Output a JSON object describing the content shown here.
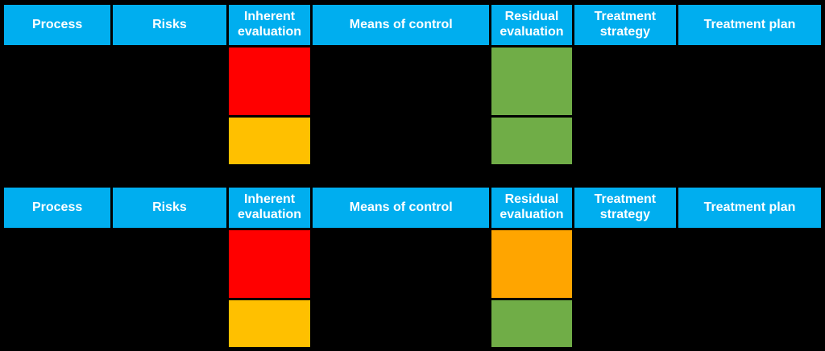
{
  "palette": {
    "page_bg": "#000000",
    "header_bg": "#00AEEF",
    "header_text": "#FFFFFF",
    "cell_border": "#000000",
    "red": "#FF0000",
    "gold": "#FFC000",
    "orange": "#FFA500",
    "green": "#70AD47"
  },
  "columns": [
    "Process",
    "Risks",
    "Inherent evaluation",
    "Means of control",
    "Residual evaluation",
    "Treatment strategy",
    "Treatment plan"
  ],
  "tables": [
    {
      "rows": [
        {
          "inherent": "#FF0000",
          "residual": "#70AD47"
        },
        {
          "inherent": "#FFC000",
          "residual": "#70AD47"
        }
      ]
    },
    {
      "rows": [
        {
          "inherent": "#FF0000",
          "residual": "#FFA500"
        },
        {
          "inherent": "#FFC000",
          "residual": "#70AD47"
        }
      ]
    }
  ]
}
